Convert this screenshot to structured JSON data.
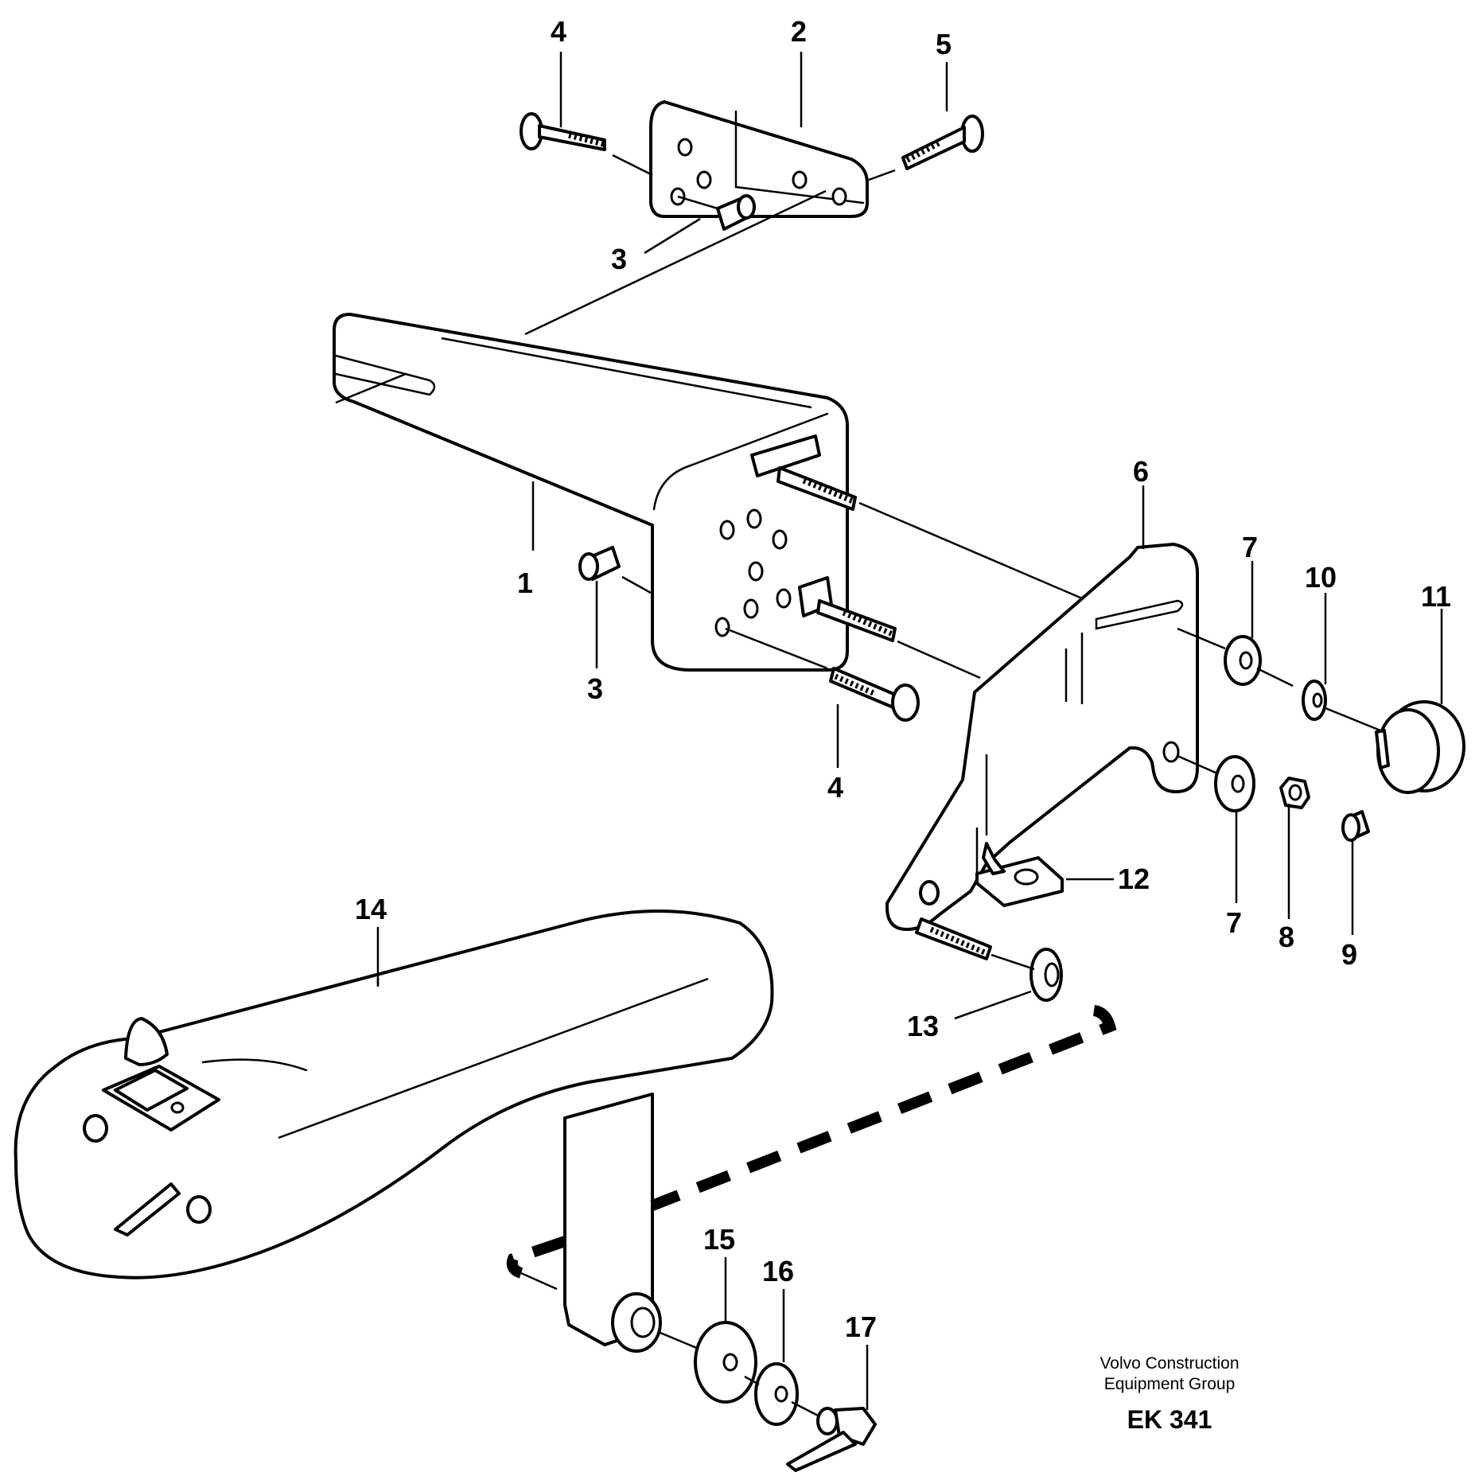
{
  "diagram": {
    "callouts": [
      "1",
      "2",
      "3",
      "3",
      "4",
      "4",
      "5",
      "6",
      "7",
      "7",
      "8",
      "9",
      "10",
      "11",
      "12",
      "13",
      "14",
      "15",
      "16",
      "17"
    ],
    "credit": {
      "line1": "Volvo Construction",
      "line2": "Equipment Group",
      "code": "EK 341"
    }
  }
}
